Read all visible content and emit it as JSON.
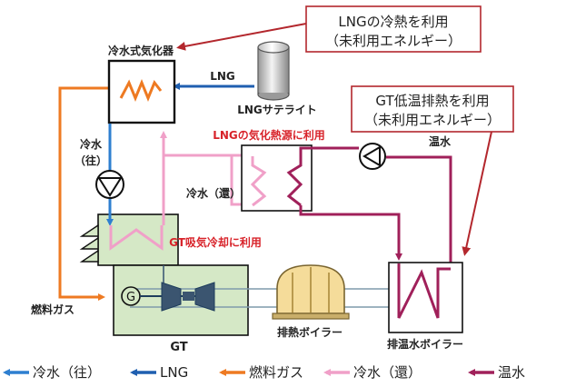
{
  "colors": {
    "lng": "#1f5fb0",
    "chilled_out": "#2e7fd0",
    "fuel": "#ee7a22",
    "chilled_return": "#f0a0c8",
    "hot_water": "#a0205a",
    "gt_fill": "#d5e8c6",
    "callout_border": "#b3272d",
    "label_red": "#d8232a",
    "boiler_fill": "#f5dc9a",
    "ghost_shaft": "#7f9aab"
  },
  "callouts": {
    "lng_cold": {
      "line1": "LNGの冷熱を利用",
      "line2": "（未利用エネルギー）"
    },
    "gt_exhaust": {
      "line1": "GT低温排熱を利用",
      "line2": "（未利用エネルギー）"
    }
  },
  "labels": {
    "vaporizer": "冷水式気化器",
    "lng": "LNG",
    "lng_satellite": "LNGサテライト",
    "lng_heat_source": "LNGの気化熱源に利用",
    "hot_water": "温水",
    "chilled_out": "冷水",
    "chilled_out_paren": "（往）",
    "chilled_return": "冷水（還）",
    "gt_intake_cooling": "GT吸気冷却に利用",
    "fuel_gas": "燃料ガス",
    "generator": "G",
    "gt": "GT",
    "exhaust_boiler": "排熱ボイラー",
    "hot_water_boiler": "排温水ボイラー"
  },
  "legend": [
    {
      "label": "冷水（往）",
      "color_key": "chilled_out"
    },
    {
      "label": "LNG",
      "color_key": "lng"
    },
    {
      "label": "燃料ガス",
      "color_key": "fuel"
    },
    {
      "label": "冷水（還）",
      "color_key": "chilled_return"
    },
    {
      "label": "温水",
      "color_key": "hot_water"
    }
  ]
}
